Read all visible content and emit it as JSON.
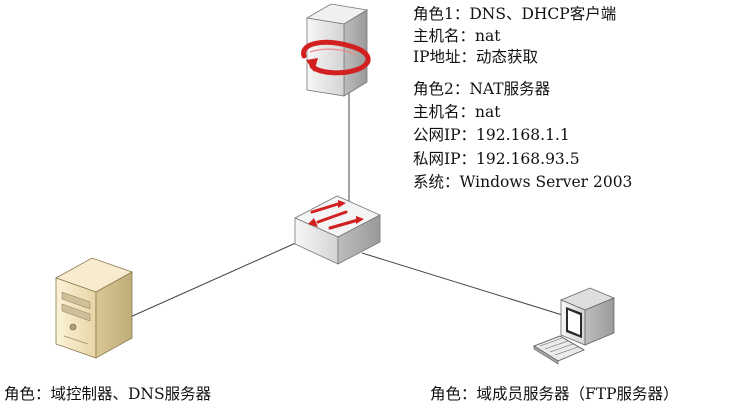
{
  "router_info": {
    "role1": "角色1：DNS、DHCP客户端",
    "hostname": "主机名：nat",
    "ip": "IP地址：动态获取"
  },
  "nat_info": {
    "role2": "角色2：NAT服务器",
    "hostname": "主机名：nat",
    "public_ip": "公网IP：192.168.1.1",
    "private_ip": "私网IP：192.168.93.5",
    "system": "系统：Windows Server 2003"
  },
  "captions": {
    "server": "角色：域控制器、DNS服务器",
    "client": "角色：域成员服务器（FTP服务器）"
  },
  "colors": {
    "arrow_red": "#d21f1f",
    "device_gray": "#e6e6e6",
    "server_beige": "#f2e3bd",
    "line": "#444444"
  },
  "icons": {
    "router": "router-icon",
    "switch": "switch-icon",
    "server": "server-tower-icon",
    "workstation": "workstation-icon"
  }
}
